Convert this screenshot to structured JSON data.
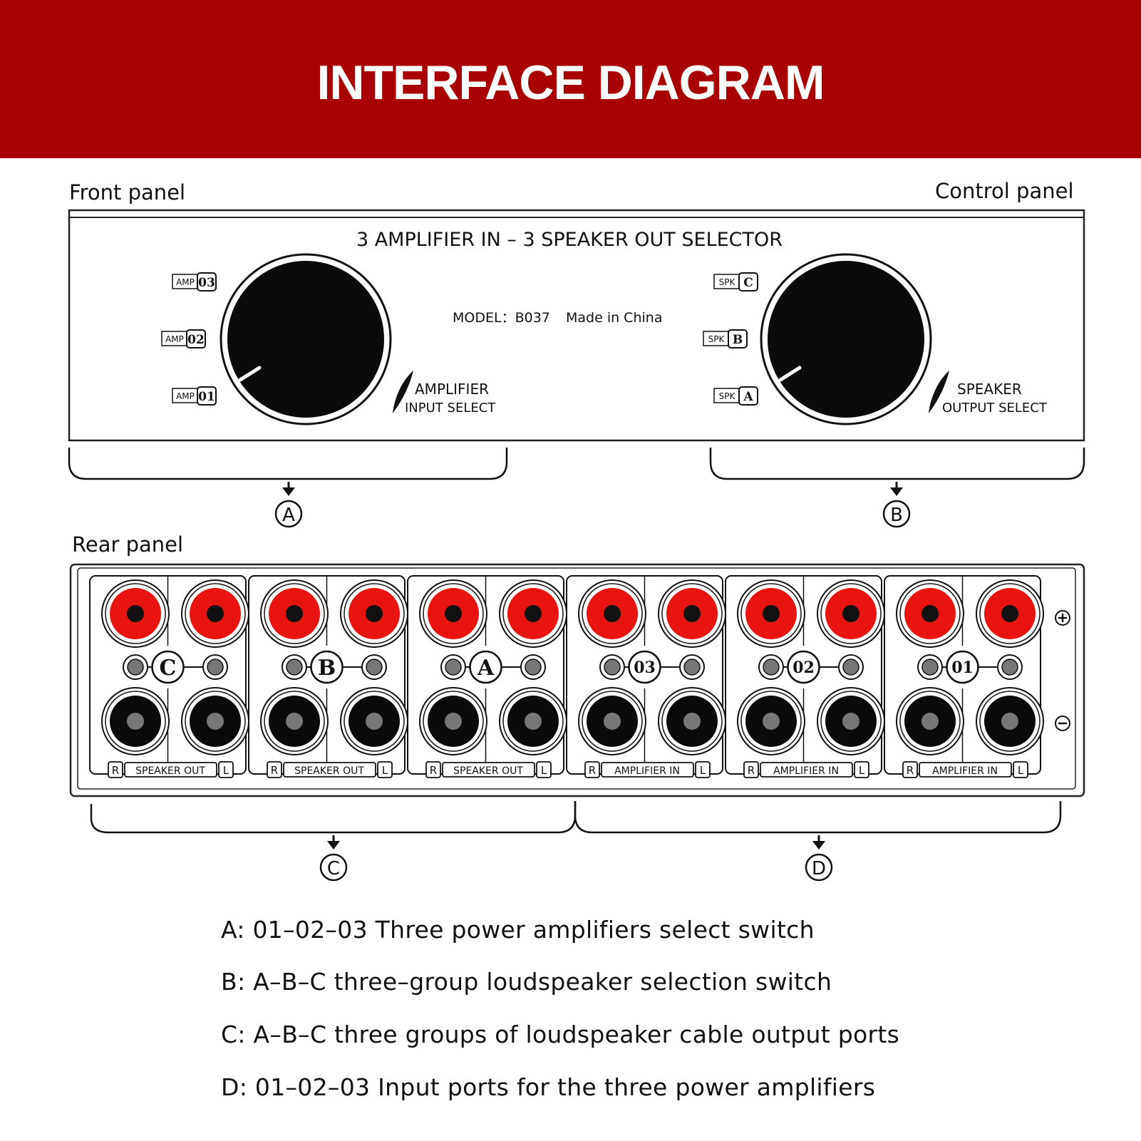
{
  "banner": {
    "title": "INTERFACE DIAGRAM"
  },
  "front": {
    "label": "Front panel",
    "control_label": "Control panel",
    "heading": "3 AMPLIFIER IN – 3 SPEAKER OUT SELECTOR",
    "model": "MODEL：B037",
    "origin": "Made in China",
    "amp_selector": {
      "caption_line1": "AMPLIFIER",
      "caption_line2": "INPUT  SELECT"
    },
    "spk_selector": {
      "caption_line1": "SPEAKER",
      "caption_line2": "OUTPUT SELECT"
    },
    "amp_positions": [
      {
        "tag": "AMP",
        "num": "03"
      },
      {
        "tag": "AMP",
        "num": "02"
      },
      {
        "tag": "AMP",
        "num": "01"
      }
    ],
    "spk_positions": [
      {
        "tag": "SPK",
        "num": "C"
      },
      {
        "tag": "SPK",
        "num": "B"
      },
      {
        "tag": "SPK",
        "num": "A"
      }
    ]
  },
  "callouts": {
    "a": "A",
    "b": "B",
    "c": "C",
    "d": "D"
  },
  "rear": {
    "label": "Rear panel",
    "plus": "+",
    "minus": "−",
    "sections": [
      {
        "id": "C",
        "caption": "SPEAKER OUT"
      },
      {
        "id": "B",
        "caption": "SPEAKER OUT"
      },
      {
        "id": "A",
        "caption": "SPEAKER OUT"
      },
      {
        "id": "03",
        "caption": "AMPLIFIER  IN"
      },
      {
        "id": "02",
        "caption": "AMPLIFIER  IN"
      },
      {
        "id": "01",
        "caption": "AMPLIFIER  IN"
      }
    ],
    "r_tag": "R",
    "l_tag": "L"
  },
  "legend": [
    "A: 01–02–03 Three power amplifiers select switch",
    "B: A–B–C three–group loudspeaker selection switch",
    "C: A–B–C three groups of loudspeaker cable output ports",
    "D: 01–02–03 Input ports for the three power amplifiers"
  ],
  "colors": {
    "banner": "#a90002",
    "terminal_red": "#e8140f",
    "ink": "#111111"
  }
}
